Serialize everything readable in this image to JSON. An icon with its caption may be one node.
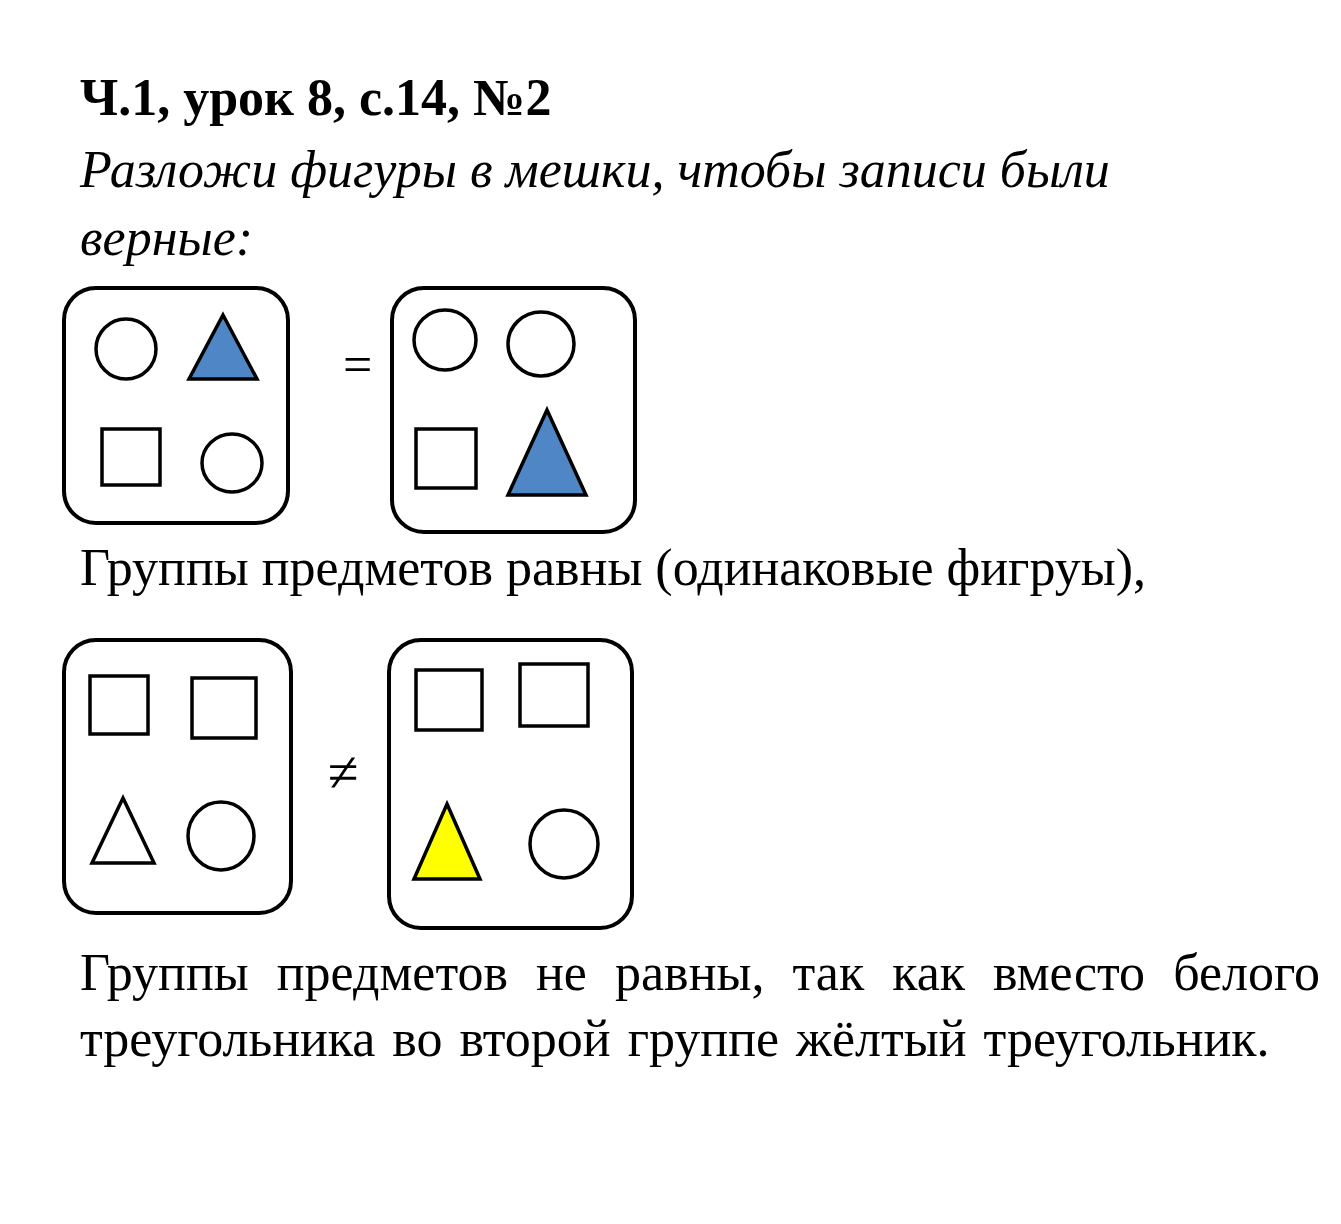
{
  "diagram": {
    "title": "Ч.1, урок 8, с.14, №2",
    "nodes": [
      {
        "text": [],
        "shape": "box"
      },
      {
        "text": [],
        "shape": "circle",
        "in": 0
      },
      {
        "text": [],
        "shape": "triangle",
        "in": 0
      },
      {
        "text": [],
        "shape": "square",
        "in": 0
      },
      {
        "text": [],
        "shape": "circle",
        "in": 0
      },
      {
        "text": [],
        "shape": "box"
      },
      {
        "text": [],
        "shape": "circle",
        "in": 5
      },
      {
        "text": [],
        "shape": "circle",
        "in": 5
      },
      {
        "text": [],
        "shape": "square",
        "in": 5
      },
      {
        "text": [],
        "shape": "triangle",
        "in": 5
      },
      {
        "text": [],
        "shape": "box"
      },
      {
        "text": [],
        "shape": "square",
        "in": 10
      },
      {
        "text": [],
        "shape": "square",
        "in": 10
      },
      {
        "text": [],
        "shape": "triangle",
        "in": 10
      },
      {
        "text": [],
        "shape": "circle",
        "in": 10
      },
      {
        "text": [],
        "shape": "box"
      },
      {
        "text": [],
        "shape": "square",
        "in": 15
      },
      {
        "text": [],
        "shape": "square",
        "in": 15
      },
      {
        "text": [],
        "shape": "triangle",
        "in": 15
      },
      {
        "text": [],
        "shape": "circle",
        "in": 15
      }
    ],
    "labels": [
      "Разложи фигуры в мешки, чтобы записи были верные:",
      "=",
      "Группы предметов равны (одинаковые фигруы),",
      "≠",
      "Группы предметов не равны, так как вместо белого треугольника во второй группе жёлтый треугольник."
    ]
  }
}
